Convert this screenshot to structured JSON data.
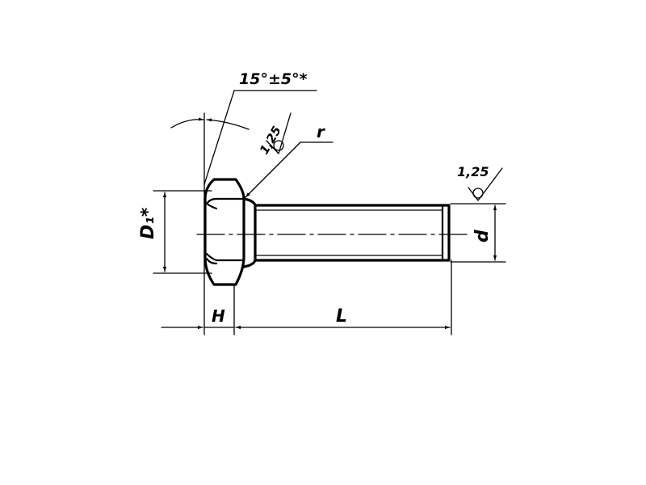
{
  "labels": {
    "angle": "15°±5°*",
    "roughness_head": "1,25",
    "radius": "r",
    "roughness_end": "1,25",
    "across_flats": "D₁*",
    "head_height": "H",
    "length": "L",
    "diameter": "d"
  }
}
